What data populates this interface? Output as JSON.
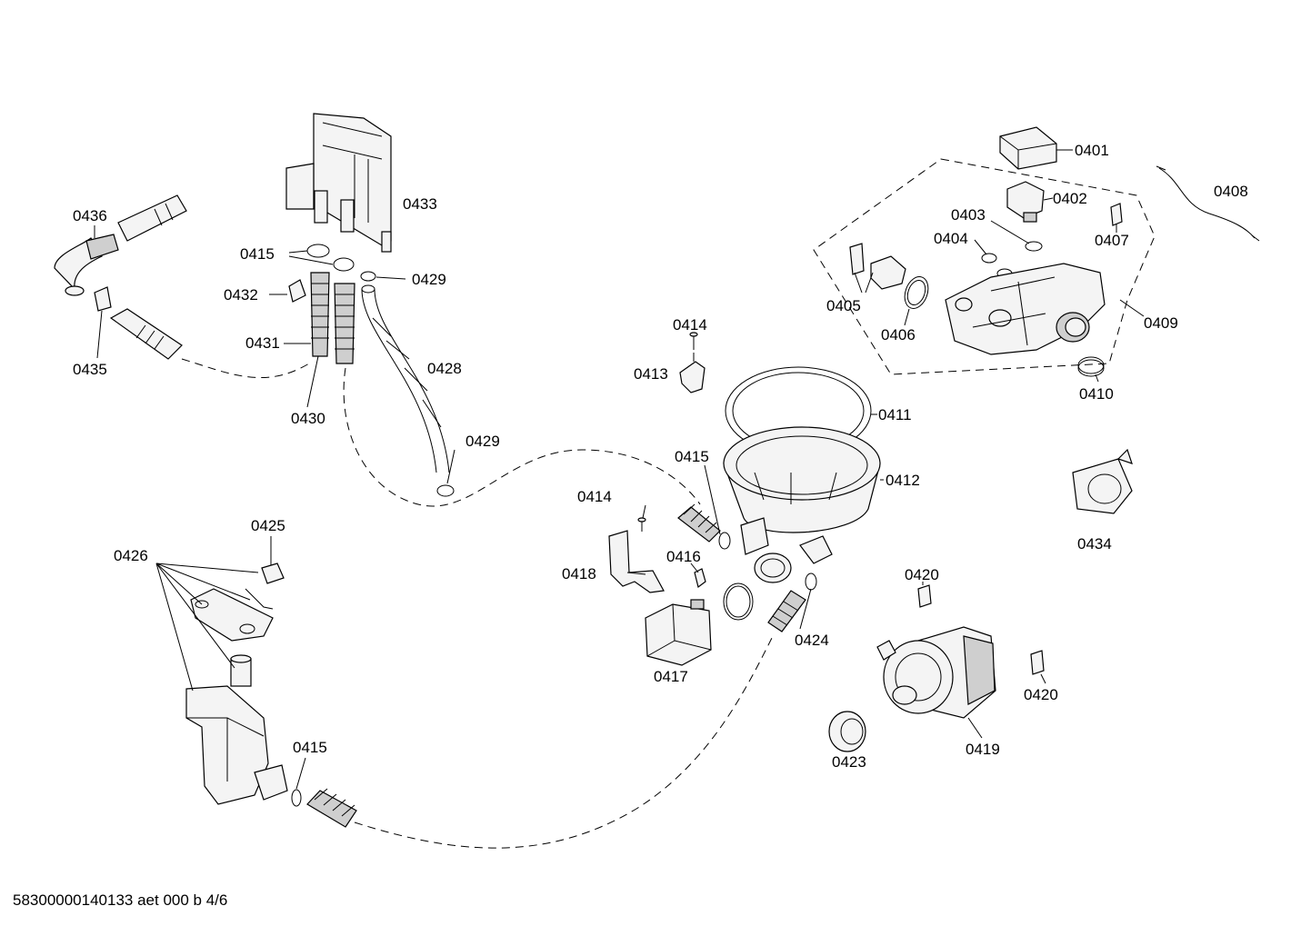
{
  "labels": {
    "p0401": "0401",
    "p0402": "0402",
    "p0403": "0403",
    "p0404": "0404",
    "p0405": "0405",
    "p0406": "0406",
    "p0407": "0407",
    "p0408": "0408",
    "p0409": "0409",
    "p0410": "0410",
    "p0411": "0411",
    "p0412": "0412",
    "p0413": "0413",
    "p0414a": "0414",
    "p0414b": "0414",
    "p0415a": "0415",
    "p0415b": "0415",
    "p0415c": "0415",
    "p0416": "0416",
    "p0417": "0417",
    "p0418": "0418",
    "p0419": "0419",
    "p0420a": "0420",
    "p0420b": "0420",
    "p0423": "0423",
    "p0424": "0424",
    "p0425": "0425",
    "p0426": "0426",
    "p0428": "0428",
    "p0429a": "0429",
    "p0429b": "0429",
    "p0430": "0430",
    "p0431": "0431",
    "p0432": "0432",
    "p0433": "0433",
    "p0434": "0434",
    "p0435": "0435",
    "p0436": "0436"
  },
  "footer": "58300000140133 aet 000 b 4/6"
}
